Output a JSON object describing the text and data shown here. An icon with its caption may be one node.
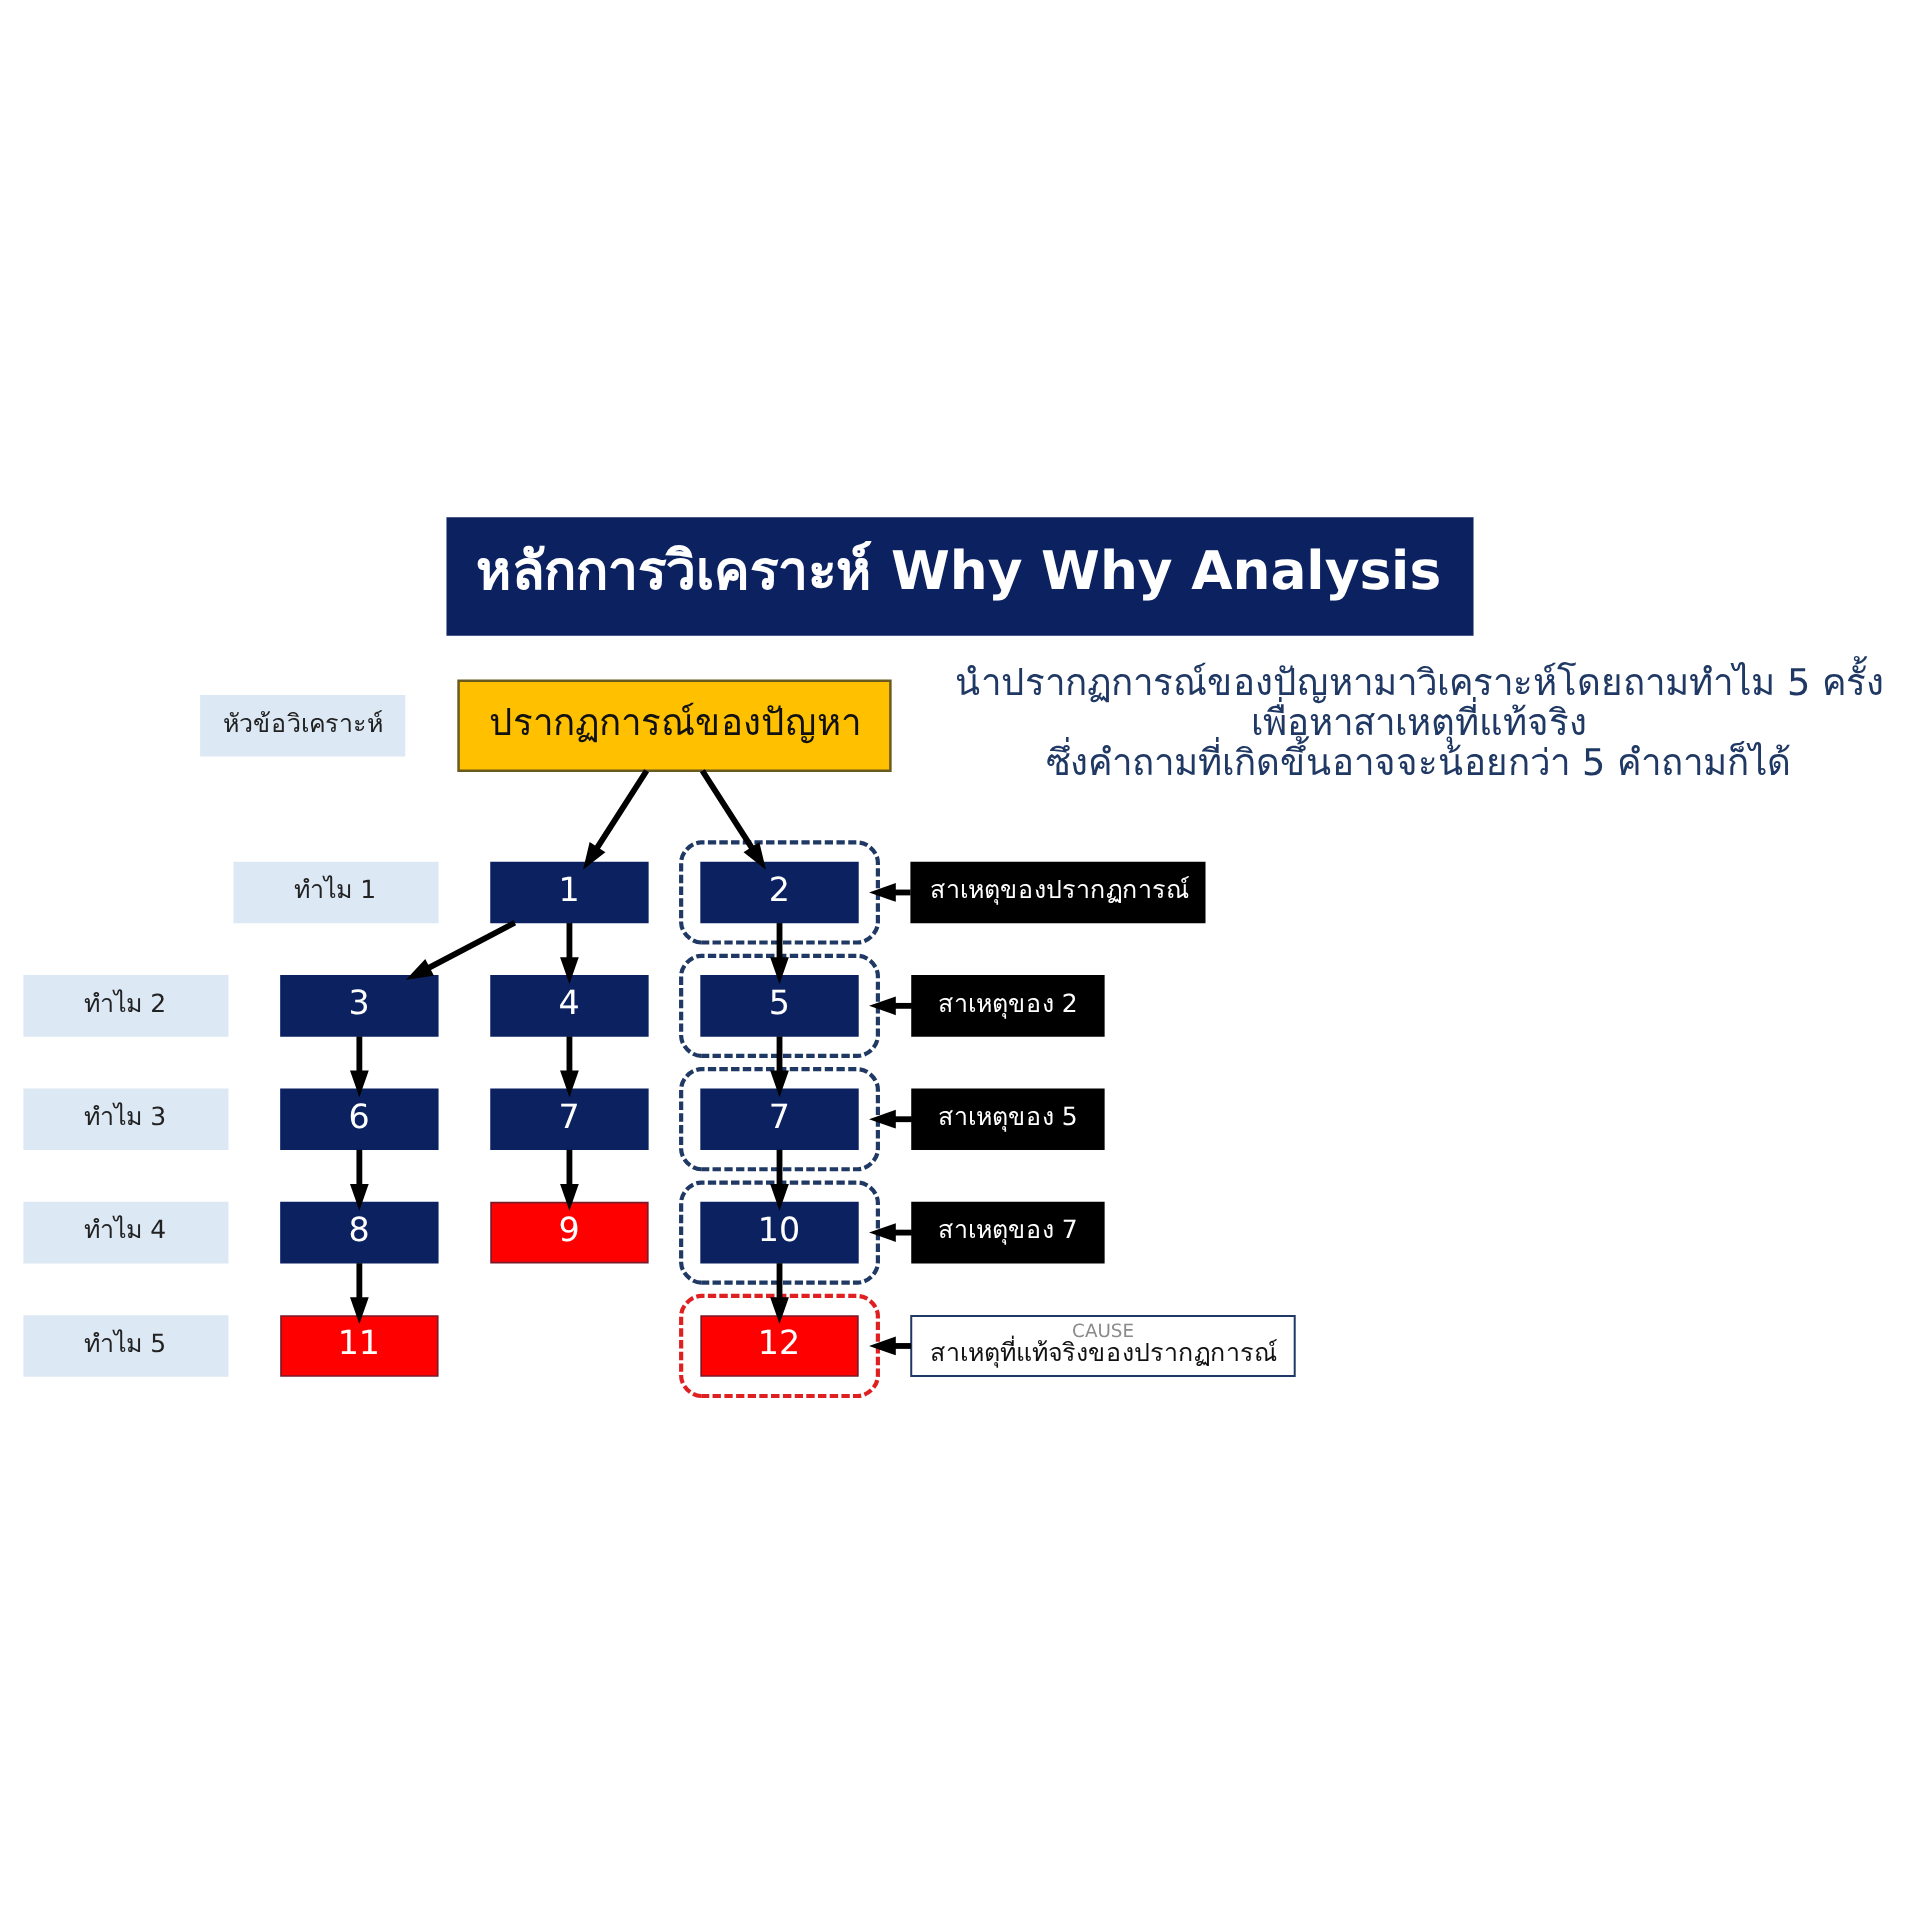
{
  "diagram": {
    "title": "หลักการวิเคราะห์ Why Why Analysis",
    "caption": "นำปรากฏการณ์ของปัญหามาวิเคราะห์โดยถามทำไม 5 ครั้ง เพื่อหาสาเหตุที่แท้จริง ซึ่งคำถามที่เกิดขึ้นอาจจะน้อยกว่า 5 คำถามก็ได้",
    "nodes": [
      {
        "text": [
          "หัวข้อวิเคราะห์"
        ]
      },
      {
        "text": [
          "ปรากฏการณ์ของปัญหา"
        ]
      },
      {
        "text": [
          "ทำไม 1"
        ]
      },
      {
        "text": [
          "1"
        ]
      },
      {
        "text": [
          "สาเหตุของปรากฏการณ์"
        ]
      },
      {
        "text": [],
        "shape": "ellipse"
      },
      {
        "text": [
          "2"
        ],
        "in": 5
      },
      {
        "text": [
          "ทำไม 2"
        ]
      },
      {
        "text": [
          "3"
        ]
      },
      {
        "text": [
          "4"
        ]
      },
      {
        "text": [
          "สาเหตุของ 2"
        ]
      },
      {
        "text": [],
        "shape": "ellipse"
      },
      {
        "text": [
          "5"
        ],
        "in": 11
      },
      {
        "text": [
          "ทำไม 3"
        ]
      },
      {
        "text": [
          "6"
        ]
      },
      {
        "text": [
          "7"
        ]
      },
      {
        "text": [
          "สาเหตุของ 5"
        ]
      },
      {
        "text": [],
        "shape": "ellipse"
      },
      {
        "text": [
          "7"
        ],
        "in": 17
      },
      {
        "text": [
          "ทำไม 4"
        ]
      },
      {
        "text": [
          "8"
        ]
      },
      {
        "text": [
          "9"
        ]
      },
      {
        "text": [
          "สาเหตุของ 7"
        ]
      },
      {
        "text": [],
        "shape": "ellipse"
      },
      {
        "text": [
          "10"
        ],
        "in": 23
      },
      {
        "text": [
          "ทำไม 5"
        ]
      },
      {
        "text": [
          "11"
        ]
      },
      {
        "text": [
          "CAUSE",
          "สาเหตุที่แท้จริงของปรากฏการณ์"
        ]
      },
      {
        "text": [],
        "shape": "ellipse"
      },
      {
        "text": [
          "12"
        ],
        "in": 28
      }
    ],
    "edges": [
      {
        "from": 1,
        "to": 3,
        "arrow": "to"
      },
      {
        "from": 1,
        "to": 6,
        "arrow": "to"
      },
      {
        "from": 3,
        "to": 8,
        "arrow": "to"
      },
      {
        "from": 3,
        "to": 9,
        "arrow": "to"
      },
      {
        "from": 4,
        "to": 5,
        "arrow": "to"
      },
      {
        "from": 6,
        "to": 12,
        "arrow": "to"
      },
      {
        "from": 8,
        "to": 14,
        "arrow": "to"
      },
      {
        "from": 9,
        "to": 15,
        "arrow": "to"
      },
      {
        "from": 10,
        "to": 11,
        "arrow": "to"
      },
      {
        "from": 12,
        "to": 18,
        "arrow": "to"
      },
      {
        "from": 14,
        "to": 20,
        "arrow": "to"
      },
      {
        "from": 15,
        "to": 21,
        "arrow": "to"
      },
      {
        "from": 16,
        "to": 17,
        "arrow": "to"
      },
      {
        "from": 18,
        "to": 24,
        "arrow": "to"
      },
      {
        "from": 20,
        "to": 26,
        "arrow": "to"
      },
      {
        "from": 22,
        "to": 23,
        "arrow": "to"
      },
      {
        "from": 24,
        "to": 29,
        "arrow": "to"
      },
      {
        "from": 27,
        "to": 28,
        "arrow": "to"
      }
    ]
  }
}
